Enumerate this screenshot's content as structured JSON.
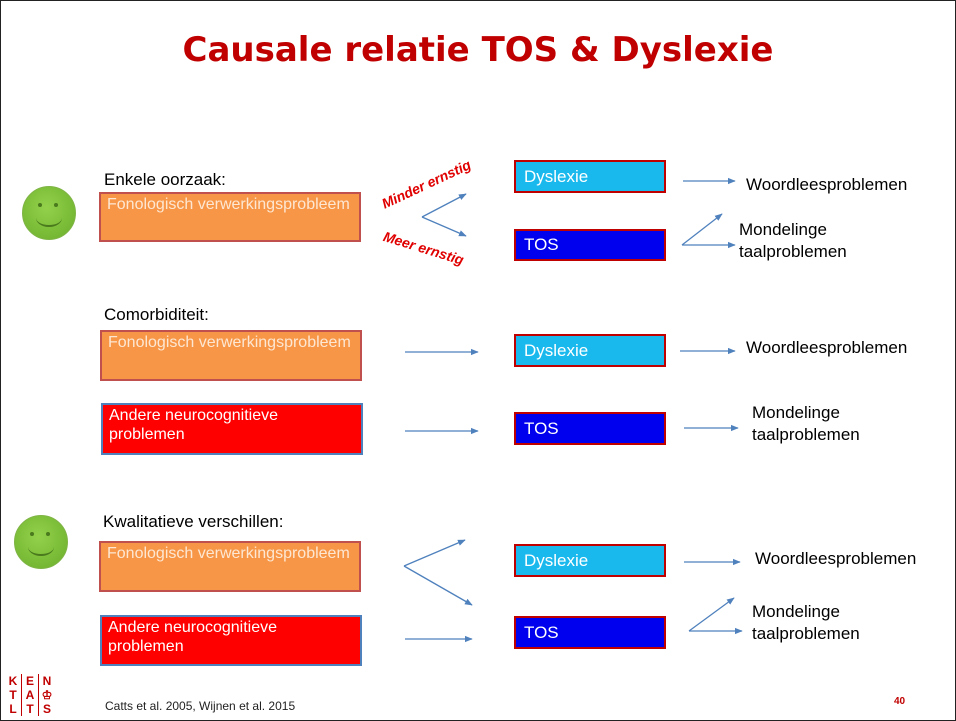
{
  "title": "Causale relatie TOS & Dyslexie",
  "sections": {
    "single_cause": {
      "heading": "Enkele oorzaak:",
      "cause": "Fonologisch verwerkingsprobleem",
      "upper_branch": "Minder ernstig",
      "lower_branch": "Meer ernstig"
    },
    "comorbidity": {
      "heading": "Comorbiditeit:",
      "cause_1": "Fonologisch verwerkingsprobleem",
      "cause_2": "Andere neurocognitieve problemen"
    },
    "qualitative": {
      "heading": "Kwalitatieve verschillen:",
      "cause_1": "Fonologisch verwerkingsprobleem",
      "cause_2": "Andere neurocognitieve problemen"
    }
  },
  "disorders": {
    "dyslexia": "Dyslexie",
    "dld": "TOS"
  },
  "outcomes": {
    "reading": "Woordleesproblemen",
    "language_line1": "Mondelinge",
    "language_line2": "taalproblemen"
  },
  "footer": {
    "citation": "Catts et al. 2005, Wijnen et al. 2015",
    "page_number": "40",
    "logo_letters": [
      "K",
      "E",
      "N",
      "T",
      "A",
      "♔",
      "L",
      "T",
      "S"
    ]
  },
  "colors": {
    "title": "#c00000",
    "cause_box": "#f79646",
    "other_cause_box": "#ff0000",
    "dyslexia_box": "#19b9ee",
    "dld_box": "#0000ee",
    "arrow": "#4f81bd",
    "smiley": "#7fc241"
  },
  "icons": [
    "smiley-icon",
    "arrow-icon",
    "kentalis-logo"
  ]
}
